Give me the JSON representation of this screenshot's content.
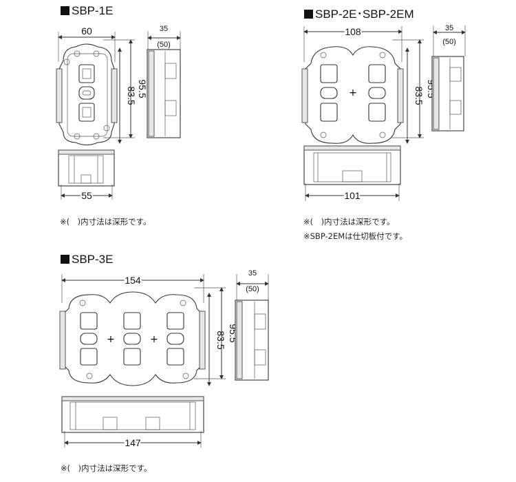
{
  "sections": {
    "sbp1e": {
      "title": "SBP-1E",
      "width_label": "60",
      "depth_label_top": "35",
      "depth_label_bottom": "(50)",
      "height_inner_label": "83.5",
      "height_outer_label": "95.5",
      "inner_width_label": "55",
      "note": "※(　)内寸法は深形です。"
    },
    "sbp2e": {
      "title": "SBP-2E･SBP-2EM",
      "width_label": "108",
      "depth_label_top": "35",
      "depth_label_bottom": "(50)",
      "height_inner_label": "83.5",
      "height_outer_label": "95.5",
      "inner_width_label": "101",
      "note": "※(　)内寸法は深形です。",
      "note2": "※SBP-2EMは仕切板付です。"
    },
    "sbp3e": {
      "title": "SBP-3E",
      "width_label": "154",
      "depth_label_top": "35",
      "depth_label_bottom": "(50)",
      "height_inner_label": "83.5",
      "height_outer_label": "95.5",
      "inner_width_label": "147",
      "note": "※(　)内寸法は深形です。"
    }
  }
}
